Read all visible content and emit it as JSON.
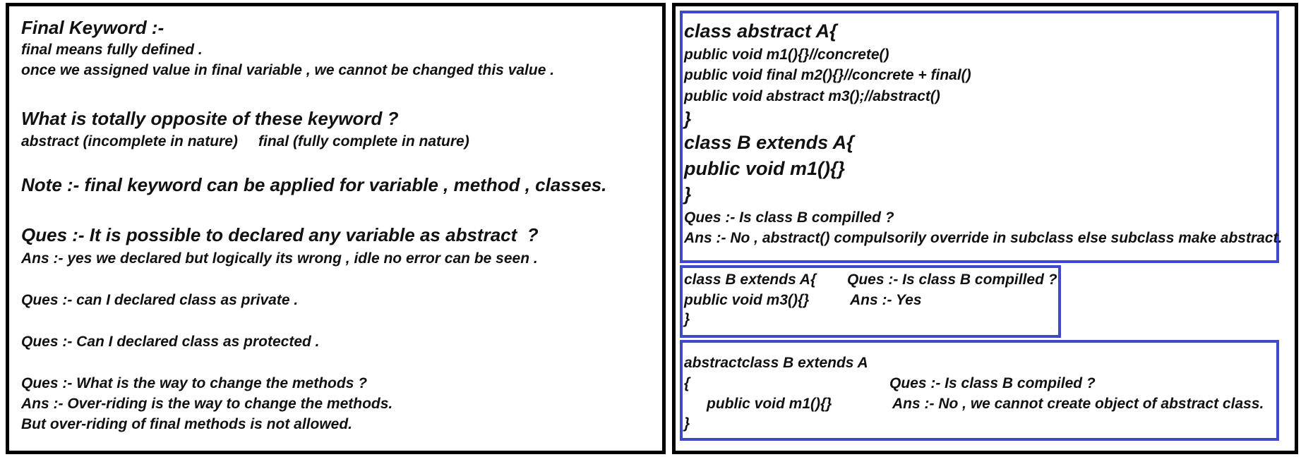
{
  "left": {
    "title": "Final Keyword :-",
    "def1": "final means fully defined .",
    "def2": "once we assigned value in final variable , we cannot be changed this value .",
    "opposite_q": "What is totally opposite of these keyword ?",
    "abstract_desc": "abstract (incomplete in nature)",
    "final_desc": "final (fully complete in nature)",
    "note": "Note :- final keyword can be applied for variable , method , classes.",
    "q1": "Ques :- It is possible to declared any variable as abstract  ?",
    "a1": "Ans :- yes we declared but logically its wrong , idle no error can be seen .",
    "q2": "Ques :- can I declared class as private .",
    "q3": "Ques :- Can I declared class as protected .",
    "q4": "Ques :- What is the way to change the methods ?",
    "a4": "Ans :- Over-riding is the way to change the methods.",
    "a4b": "But over-riding of final methods is not allowed."
  },
  "box1": {
    "l1": "class abstract A{",
    "l2": "public void m1(){}//concrete()",
    "l3": "public void final m2(){}//concrete + final()",
    "l4": "public void abstract m3();//abstract()",
    "l5": "}",
    "l6": "class B extends A{",
    "l7": "public void m1(){}",
    "l8": "}",
    "q": "Ques :- Is class B compilled ?",
    "a": "Ans :- No , abstract() compulsorily override in subclass else subclass make abstract."
  },
  "box2": {
    "l1": "class B extends A{",
    "l2": "public void m3(){}",
    "l3": "}",
    "q": "Ques :- Is class B compilled ?",
    "a": "Ans :- Yes"
  },
  "box3": {
    "l1": "abstractclass B extends A",
    "l2": "{",
    "l3": "public void m1(){}",
    "l4": "}",
    "q": "Ques :- Is class B compiled ?",
    "a": "Ans :- No , we cannot create object of abstract class."
  },
  "colors": {
    "panel_border": "#000000",
    "box_border": "#3f48cc"
  }
}
